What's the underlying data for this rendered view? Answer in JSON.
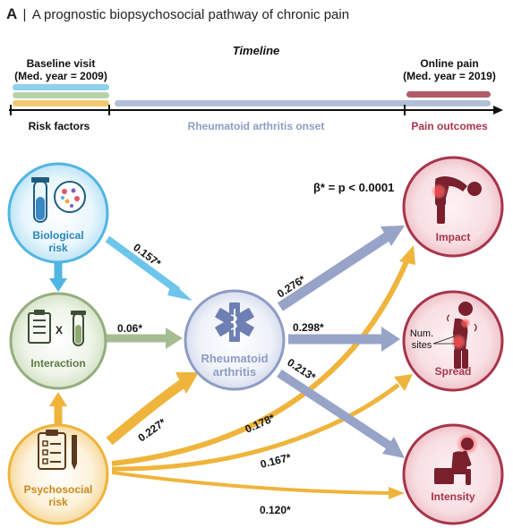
{
  "figure": {
    "panel_letter": "A",
    "separator": "|",
    "title": "A prognostic biopsychosocial pathway of chronic pain"
  },
  "timeline": {
    "heading": "Timeline",
    "baseline_title": "Baseline visit",
    "baseline_sub": "(Med. year = 2009)",
    "online_title": "Online pain",
    "online_sub": "(Med. year = 2019)",
    "left_label": "Risk factors",
    "middle_label": "Rheumatoid arthritis onset",
    "right_label": "Pain outcomes"
  },
  "nodes": {
    "biological_line1": "Biological",
    "biological_line2": "risk",
    "interaction": "Interaction",
    "interaction_symbol": "X",
    "psychosocial_line1": "Psychosocial",
    "psychosocial_line2": "risk",
    "ra_line1": "Rheumatoid",
    "ra_line2": "arthritis",
    "impact": "Impact",
    "spread": "Spread",
    "intensity": "Intensity",
    "num_sites_line1": "Num.",
    "num_sites_line2": "sites"
  },
  "significance_note": "β* = p < 0.0001",
  "paths": {
    "bio_to_ra": "0.157*",
    "inter_to_ra": "0.06*",
    "psy_to_ra": "0.227*",
    "ra_to_impact": "0.276*",
    "ra_to_spread": "0.298*",
    "ra_to_intensity": "0.213*",
    "psy_to_impact": "0.178*",
    "psy_to_spread": "0.167*",
    "psy_to_intensity": "0.120*"
  },
  "colors": {
    "biological": "#4fb5e3",
    "interaction": "#94ad7e",
    "psychosocial": "#efb43c",
    "ra": "#7f8fbb",
    "outcome": "#a8344a",
    "outcome_fill": "#f7dde1"
  }
}
